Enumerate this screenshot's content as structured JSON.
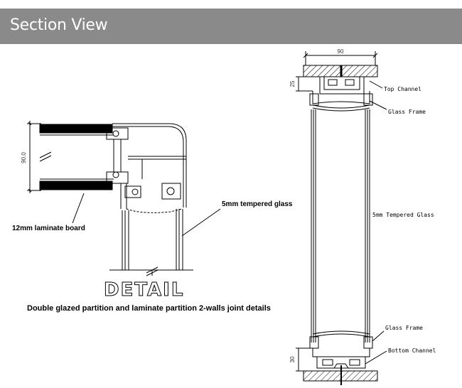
{
  "header": {
    "title": "Section View"
  },
  "detail": {
    "dim_label": "90.0",
    "laminate_label": "12mm laminate board",
    "glass_label": "5mm tempered glass",
    "detail_word": "DETAIL",
    "caption": "Double glazed partition and laminate partition 2-walls joint details"
  },
  "section": {
    "width_dim": "90",
    "top_dim": "25",
    "bottom_dim": "30",
    "labels": {
      "top_channel": "Top Channel",
      "glass_frame_top": "Glass Frame",
      "tempered_glass": "5mm Tempered Glass",
      "glass_frame_bottom": "Glass Frame",
      "bottom_channel": "Bottom Channel"
    }
  }
}
